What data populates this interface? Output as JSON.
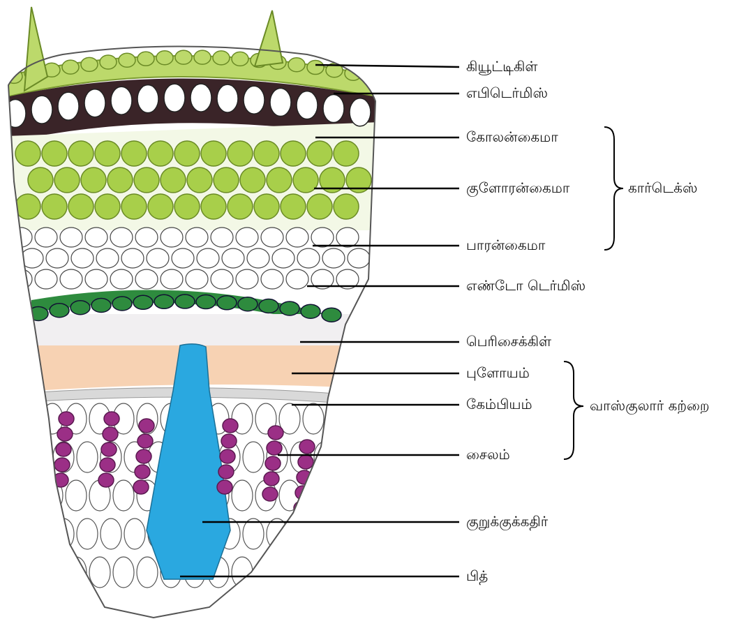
{
  "diagram": {
    "labels": {
      "cuticle": "கியூட்டிகிள்",
      "epidermis": "எபிடெர்மிஸ்",
      "collenchyma": "கோலன்கைமா",
      "chlorenchyma": "குளோரன்கைமா",
      "parenchyma": "பாரன்கைமா",
      "endodermis": "எண்டோ டெர்மிஸ்",
      "pericycle": "பெரிசைக்கிள்",
      "phloem": "புளோயம்",
      "cambium": "கேம்பியம்",
      "xylem": "சைலம்",
      "medullary_ray": "குறுக்குக்கதிர்",
      "pith": "பித்"
    },
    "groups": {
      "cortex": "கார்டெக்ஸ்",
      "vascular_bundle": "வாஸ்குலார் கற்றை"
    },
    "colors": {
      "cuticle": "#bcd96b",
      "collenchyma_wall": "#3a2428",
      "chlorenchyma": "#a8cf4a",
      "endodermis": "#2e8b3e",
      "phloem": "#f7d2b3",
      "xylem": "#9b2f86",
      "medullary_ray": "#2aa8e0"
    }
  }
}
